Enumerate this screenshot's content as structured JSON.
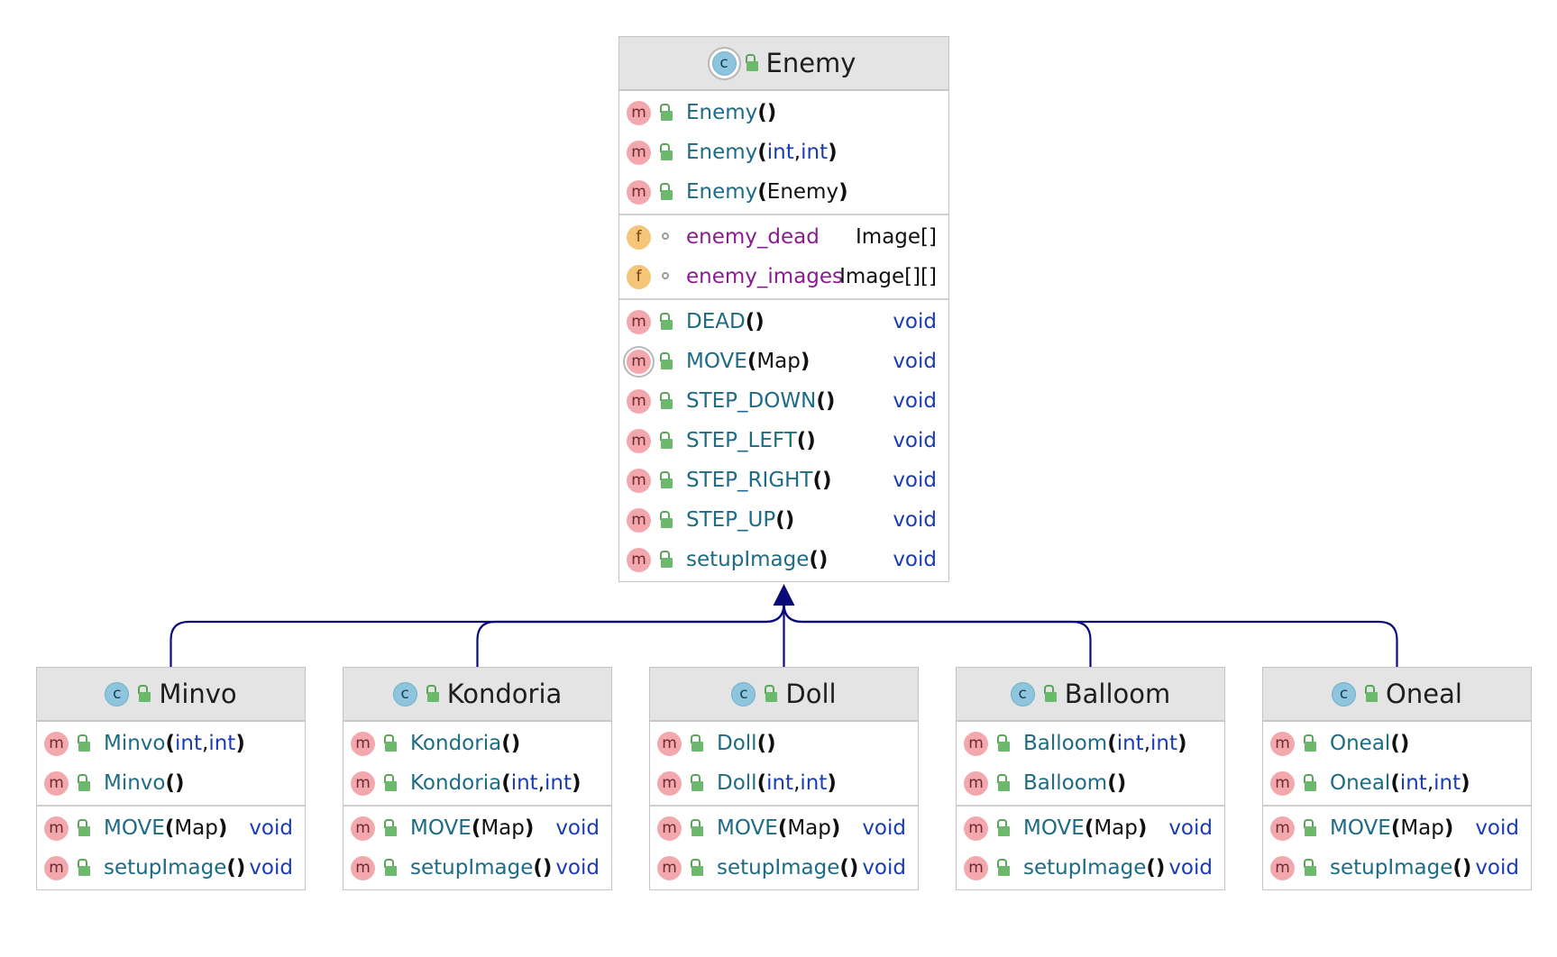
{
  "diagram": {
    "parent": {
      "name": "Enemy",
      "abstract": true,
      "constructors": [
        {
          "name": "Enemy",
          "params": []
        },
        {
          "name": "Enemy",
          "params": [
            {
              "t": "int",
              "kw": true
            },
            {
              "t": "int",
              "kw": true
            }
          ]
        },
        {
          "name": "Enemy",
          "params": [
            {
              "t": "Enemy",
              "kw": false
            }
          ]
        }
      ],
      "fields": [
        {
          "name": "enemy_dead",
          "type": "Image[]"
        },
        {
          "name": "enemy_images",
          "type": "Image[][]"
        }
      ],
      "methods": [
        {
          "name": "DEAD",
          "params": [],
          "ret": "void"
        },
        {
          "name": "MOVE",
          "params": [
            {
              "t": "Map",
              "kw": false
            }
          ],
          "ret": "void",
          "abstract": true
        },
        {
          "name": "STEP_DOWN",
          "params": [],
          "ret": "void"
        },
        {
          "name": "STEP_LEFT",
          "params": [],
          "ret": "void"
        },
        {
          "name": "STEP_RIGHT",
          "params": [],
          "ret": "void"
        },
        {
          "name": "STEP_UP",
          "params": [],
          "ret": "void"
        },
        {
          "name": "setupImage",
          "params": [],
          "ret": "void"
        }
      ]
    },
    "children": [
      {
        "name": "Minvo",
        "constructors": [
          {
            "name": "Minvo",
            "params": [
              {
                "t": "int",
                "kw": true
              },
              {
                "t": "int",
                "kw": true
              }
            ]
          },
          {
            "name": "Minvo",
            "params": []
          }
        ],
        "methods": [
          {
            "name": "MOVE",
            "params": [
              {
                "t": "Map",
                "kw": false
              }
            ],
            "ret": "void"
          },
          {
            "name": "setupImage",
            "params": [],
            "ret": "void"
          }
        ]
      },
      {
        "name": "Kondoria",
        "constructors": [
          {
            "name": "Kondoria",
            "params": []
          },
          {
            "name": "Kondoria",
            "params": [
              {
                "t": "int",
                "kw": true
              },
              {
                "t": "int",
                "kw": true
              }
            ]
          }
        ],
        "methods": [
          {
            "name": "MOVE",
            "params": [
              {
                "t": "Map",
                "kw": false
              }
            ],
            "ret": "void"
          },
          {
            "name": "setupImage",
            "params": [],
            "ret": "void"
          }
        ]
      },
      {
        "name": "Doll",
        "constructors": [
          {
            "name": "Doll",
            "params": []
          },
          {
            "name": "Doll",
            "params": [
              {
                "t": "int",
                "kw": true
              },
              {
                "t": "int",
                "kw": true
              }
            ]
          }
        ],
        "methods": [
          {
            "name": "MOVE",
            "params": [
              {
                "t": "Map",
                "kw": false
              }
            ],
            "ret": "void"
          },
          {
            "name": "setupImage",
            "params": [],
            "ret": "void"
          }
        ]
      },
      {
        "name": "Balloom",
        "constructors": [
          {
            "name": "Balloom",
            "params": [
              {
                "t": "int",
                "kw": true
              },
              {
                "t": "int",
                "kw": true
              }
            ]
          },
          {
            "name": "Balloom",
            "params": []
          }
        ],
        "methods": [
          {
            "name": "MOVE",
            "params": [
              {
                "t": "Map",
                "kw": false
              }
            ],
            "ret": "void"
          },
          {
            "name": "setupImage",
            "params": [],
            "ret": "void"
          }
        ]
      },
      {
        "name": "Oneal",
        "constructors": [
          {
            "name": "Oneal",
            "params": []
          },
          {
            "name": "Oneal",
            "params": [
              {
                "t": "int",
                "kw": true
              },
              {
                "t": "int",
                "kw": true
              }
            ]
          }
        ],
        "methods": [
          {
            "name": "MOVE",
            "params": [
              {
                "t": "Map",
                "kw": false
              }
            ],
            "ret": "void"
          },
          {
            "name": "setupImage",
            "params": [],
            "ret": "void"
          }
        ]
      }
    ],
    "badge_letters": {
      "class": "c",
      "method": "m",
      "field": "f"
    },
    "colors": {
      "arrow": "#0a0a7a",
      "method_name": "#1d6b84",
      "field_name": "#8a1c8f",
      "keyword": "#1a3cb3",
      "header_bg": "#e4e4e4"
    }
  }
}
